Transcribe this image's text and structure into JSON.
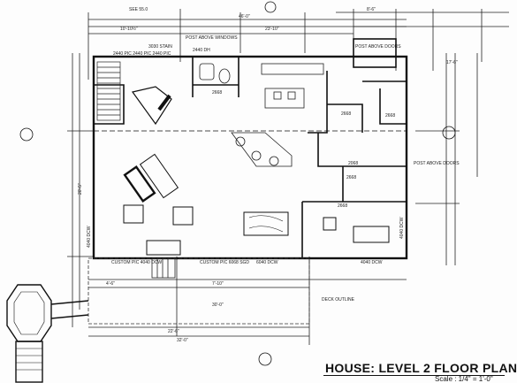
{
  "drawing": {
    "title": "HOUSE: LEVEL 2 FLOOR PLAN",
    "scale": "Scale : 1/4\" = 1'-0\"",
    "dimensions": {
      "top_a": "10'-10½\"",
      "top_b": "23'-10\"",
      "top_c": "46'-0\"",
      "top_d": "17'-6\"",
      "top_e": "8'-6\"",
      "left_depth": "20'-5\"",
      "bottom_a": "4'-6\"",
      "bottom_b": "7'-10\"",
      "bottom_c": "30'-0\"",
      "bottom_d": "22'-6\"",
      "bottom_e": "32'-0\""
    },
    "openings": {
      "stain": "3030 STAIN",
      "pic_a": "2440 PIC 2440 PIC 2440 PIC",
      "dh_top": "2440 DH",
      "post_above_window": "POST ABOVE WINDOWS",
      "post_above_doors_top": "POST ABOVE DOORS",
      "post_above_doors_right": "POST ABOVE DOORS",
      "door_2668_a": "2668",
      "door_2668_b": "2668",
      "door_2668_c": "2668",
      "door_2668_d": "2668",
      "door_2668_e": "2668",
      "door_2068": "2068",
      "dcw_left": "4040 DCW",
      "dcw_right": "4040 DCW",
      "custom_pic_a": "CUSTOM PIC 4040 DCW",
      "custom_pic_b": "CUSTOM PIC 6068 SGD",
      "dcw_bottom": "6040 DCW",
      "dcw_right_b": "4040 DCW"
    },
    "notes": {
      "deck_outline": "DECK OUTLINE",
      "sec_marker": "SEE 55.0"
    }
  }
}
